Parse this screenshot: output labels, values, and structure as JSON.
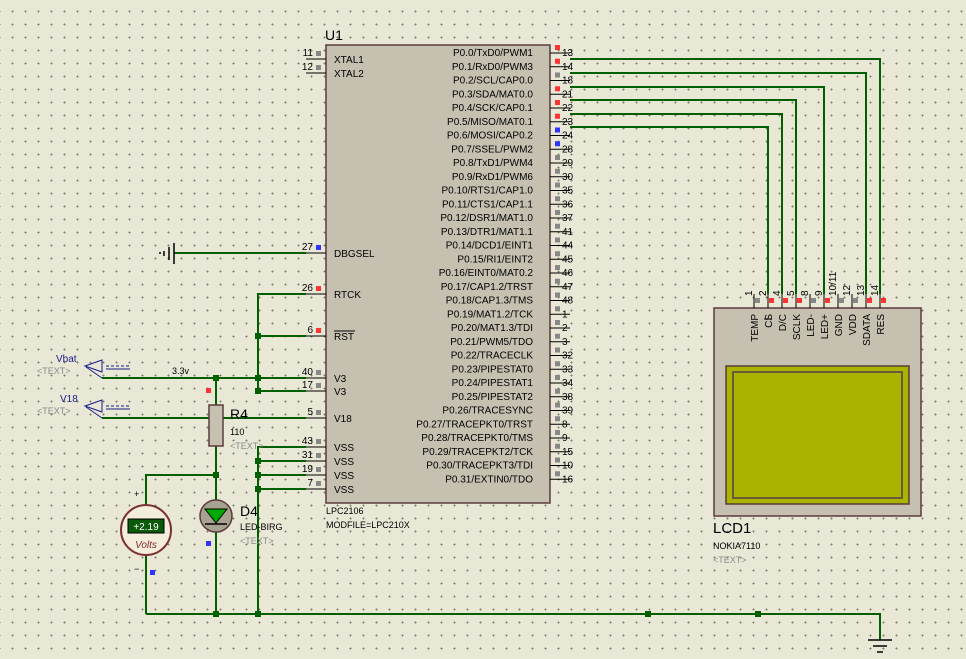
{
  "u1": {
    "ref": "U1",
    "part": "LPC2106",
    "modfile": "MODFILE=LPC210X",
    "left_pins": [
      {
        "num": "11",
        "name": "XTAL1"
      },
      {
        "num": "12",
        "name": "XTAL2"
      },
      {
        "num": "27",
        "name": "DBGSEL"
      },
      {
        "num": "26",
        "name": "RTCK"
      },
      {
        "num": "6",
        "name": "RST"
      },
      {
        "num": "40",
        "name": "V3"
      },
      {
        "num": "17",
        "name": "V3"
      },
      {
        "num": "5",
        "name": "V18"
      },
      {
        "num": "43",
        "name": "VSS"
      },
      {
        "num": "31",
        "name": "VSS"
      },
      {
        "num": "19",
        "name": "VSS"
      },
      {
        "num": "7",
        "name": "VSS"
      }
    ],
    "right_pins": [
      {
        "num": "13",
        "name": "P0.0/TxD0/PWM1"
      },
      {
        "num": "14",
        "name": "P0.1/RxD0/PWM3"
      },
      {
        "num": "18",
        "name": "P0.2/SCL/CAP0.0"
      },
      {
        "num": "21",
        "name": "P0.3/SDA/MAT0.0"
      },
      {
        "num": "22",
        "name": "P0.4/SCK/CAP0.1"
      },
      {
        "num": "23",
        "name": "P0.5/MISO/MAT0.1"
      },
      {
        "num": "24",
        "name": "P0.6/MOSI/CAP0.2"
      },
      {
        "num": "28",
        "name": "P0.7/SSEL/PWM2"
      },
      {
        "num": "29",
        "name": "P0.8/TxD1/PWM4"
      },
      {
        "num": "30",
        "name": "P0.9/RxD1/PWM6"
      },
      {
        "num": "35",
        "name": "P0.10/RTS1/CAP1.0"
      },
      {
        "num": "36",
        "name": "P0.11/CTS1/CAP1.1"
      },
      {
        "num": "37",
        "name": "P0.12/DSR1/MAT1.0"
      },
      {
        "num": "41",
        "name": "P0.13/DTR1/MAT1.1"
      },
      {
        "num": "44",
        "name": "P0.14/DCD1/EINT1"
      },
      {
        "num": "45",
        "name": "P0.15/RI1/EINT2"
      },
      {
        "num": "46",
        "name": "P0.16/EINT0/MAT0.2"
      },
      {
        "num": "47",
        "name": "P0.17/CAP1.2/TRST"
      },
      {
        "num": "48",
        "name": "P0.18/CAP1.3/TMS"
      },
      {
        "num": "1",
        "name": "P0.19/MAT1.2/TCK"
      },
      {
        "num": "2",
        "name": "P0.20/MAT1.3/TDI"
      },
      {
        "num": "3",
        "name": "P0.21/PWM5/TDO"
      },
      {
        "num": "32",
        "name": "P0.22/TRACECLK"
      },
      {
        "num": "33",
        "name": "P0.23/PIPESTAT0"
      },
      {
        "num": "34",
        "name": "P0.24/PIPESTAT1"
      },
      {
        "num": "38",
        "name": "P0.25/PIPESTAT2"
      },
      {
        "num": "39",
        "name": "P0.26/TRACESYNC"
      },
      {
        "num": "8",
        "name": "P0.27/TRACEPKT0/TRST"
      },
      {
        "num": "9",
        "name": "P0.28/TRACEPKT0/TMS"
      },
      {
        "num": "15",
        "name": "P0.29/TRACEPKT2/TCK"
      },
      {
        "num": "10",
        "name": "P0.30/TRACEPKT3/TDI"
      },
      {
        "num": "16",
        "name": "P0.31/EXTIN0/TDO"
      }
    ]
  },
  "lcd1": {
    "ref": "LCD1",
    "part": "NOKIA7110",
    "text": "<TEXT>",
    "pins": [
      {
        "num": "1",
        "name": "TEMP"
      },
      {
        "num": "2",
        "name": "CS"
      },
      {
        "num": "4",
        "name": "D/C"
      },
      {
        "num": "5",
        "name": "SCLK"
      },
      {
        "num": "8",
        "name": "LED-"
      },
      {
        "num": "9",
        "name": "LED+"
      },
      {
        "num": "10/11",
        "name": "GND"
      },
      {
        "num": "12",
        "name": "VDD"
      },
      {
        "num": "13",
        "name": "SDATA"
      },
      {
        "num": "14",
        "name": "RES"
      }
    ],
    "screen_color": "#a8b400"
  },
  "r4": {
    "ref": "R4",
    "value": "110",
    "text": "<TEXT>"
  },
  "d4": {
    "ref": "D4",
    "part": "LED-BIRG",
    "text": "<TEXT>"
  },
  "voltmeter": {
    "reading": "+2.19",
    "unit": "Volts",
    "plus": "+",
    "minus": "−"
  },
  "vbat": {
    "name": "Vbat",
    "text": "<TEXT>"
  },
  "v18": {
    "name": "V18",
    "text": "<TEXT>"
  },
  "net_3v3": "3.3v",
  "colors": {
    "wire": "#006000",
    "component_fill": "#c5c0b0",
    "pin_high": "#ff3333",
    "pin_low": "#3333ff",
    "pin_float": "#888888",
    "background": "#e9e7d6"
  }
}
